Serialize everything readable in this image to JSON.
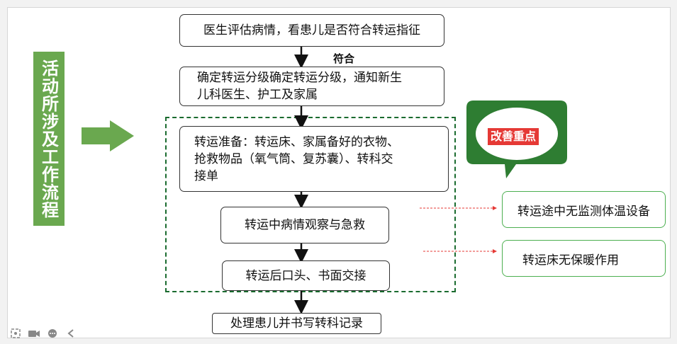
{
  "side_title": "活动所涉及工作流程",
  "steps": [
    {
      "id": "assess",
      "text": "医生评估病情，看患儿是否符合转运指征"
    },
    {
      "id": "classify",
      "lines": [
        "确定转运分级确定转运分级，通知新生",
        "儿科医生、护工及家属"
      ]
    },
    {
      "id": "prepare",
      "lines": [
        "转运准备：转运床、家属备好的衣物、",
        "抢救物品（氧气筒、复苏囊）、转科交",
        "接单"
      ]
    },
    {
      "id": "observe",
      "text": "转运中病情观察与急救"
    },
    {
      "id": "handover",
      "text": "转运后口头、书面交接"
    },
    {
      "id": "record",
      "text": "处理患儿并书写转科记录"
    }
  ],
  "edge_label": "符合",
  "callout": "改善重点",
  "issues": [
    {
      "text": "转运途中无监测体温设备"
    },
    {
      "text": "转运床无保暖作用"
    }
  ],
  "colors": {
    "green_fill": "#6aa84f",
    "frame": "#1a6b2f",
    "bubble": "#2e7d32",
    "callout_bg": "#e53935",
    "issue_border": "#4caf50",
    "issue_arrow": "#e53935"
  },
  "toolbar_icons": [
    "screenshot-icon",
    "camera-icon",
    "more-icon",
    "collapse-icon"
  ]
}
